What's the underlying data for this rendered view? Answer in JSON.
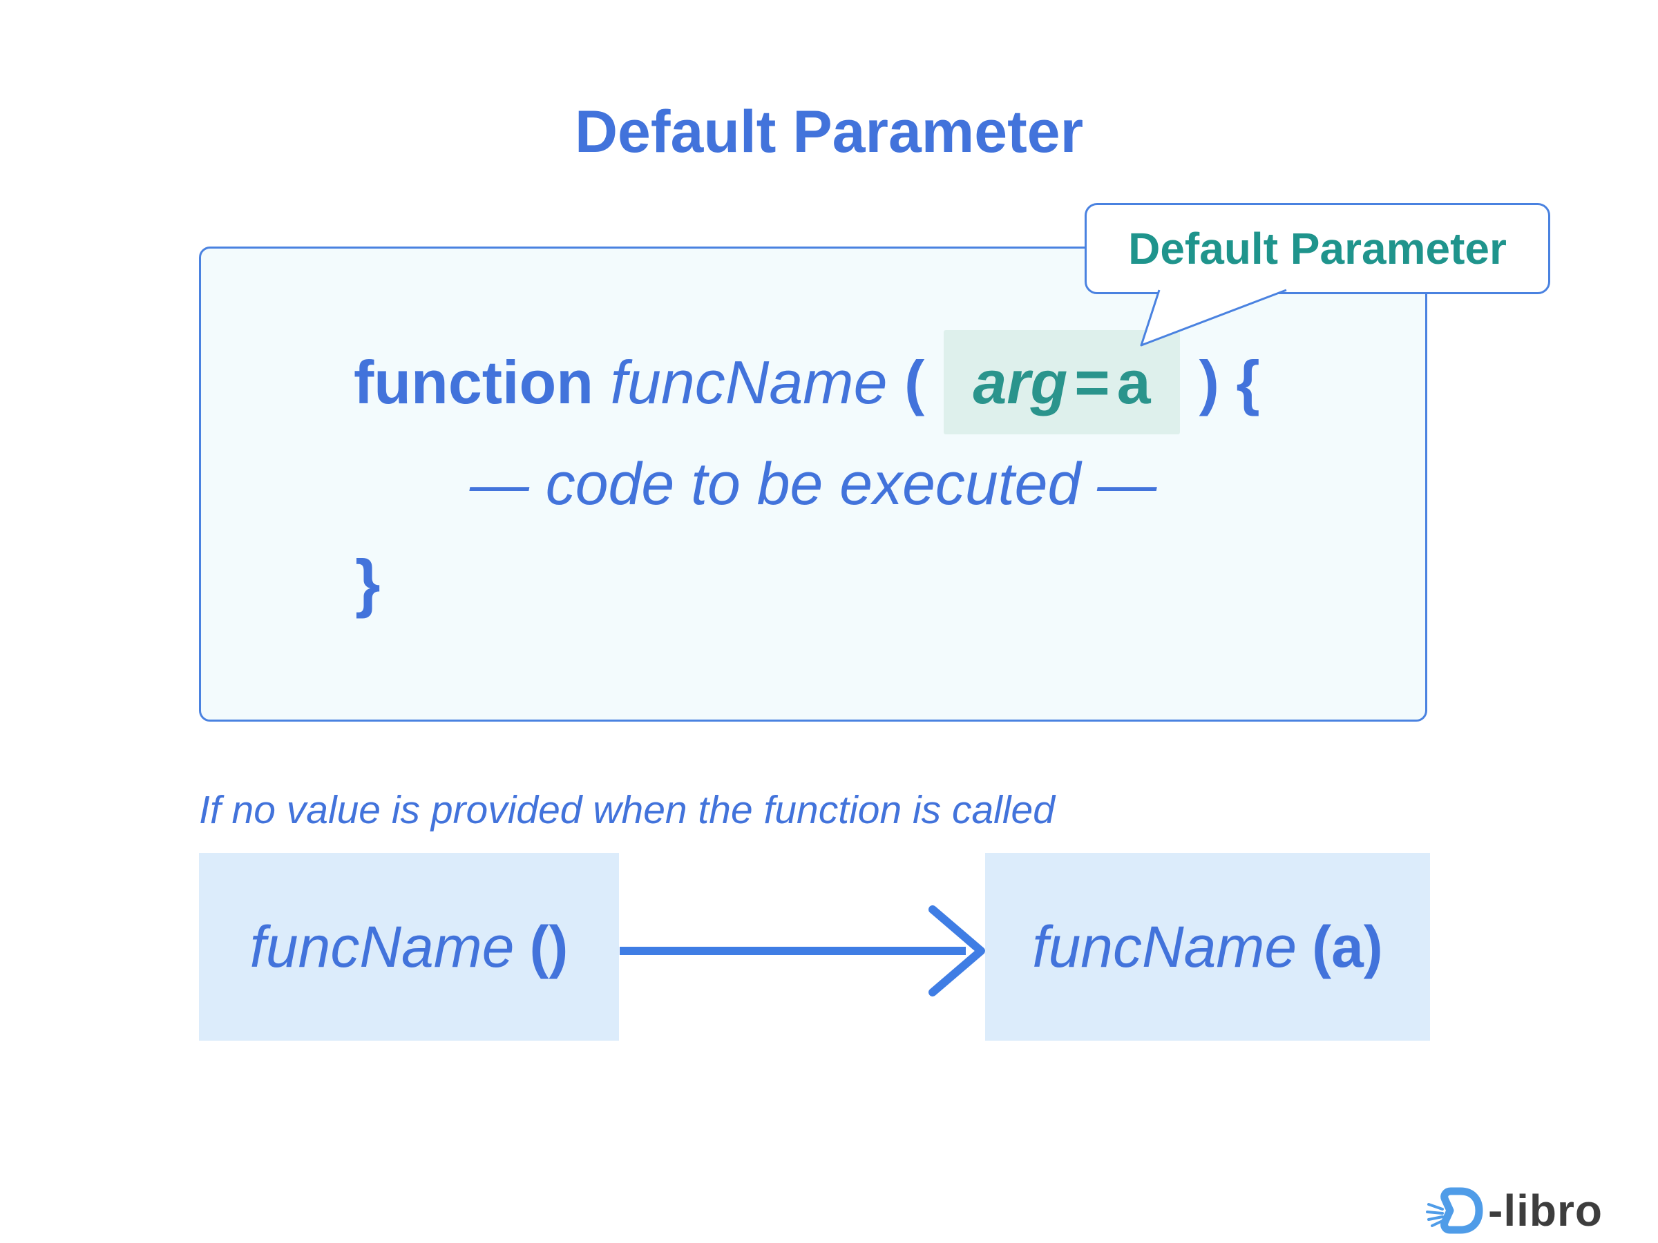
{
  "title": "Default Parameter",
  "callout": {
    "label": "Default Parameter"
  },
  "code_box": {
    "keyword": "function",
    "func_name": "funcName",
    "open_paren": "(",
    "arg": "arg",
    "equals": "=",
    "default_value": "a",
    "close_paren": ")",
    "open_brace": "{",
    "body_placeholder": "— code to be executed —",
    "closing_brace": "}"
  },
  "caption": "If no value is provided when the function is called",
  "flow": {
    "left_name": "funcName",
    "left_args": "()",
    "right_name": "funcName",
    "right_args_open": "(",
    "right_arg_value": "a",
    "right_args_close": ")"
  },
  "logo": {
    "text": "-libro"
  },
  "colors": {
    "text_blue": "#4273db",
    "border_blue": "#4a82e0",
    "box_background": "#f3fbfd",
    "highlight_background": "#def0ec",
    "highlight_text": "#2a948c",
    "callout_text": "#1f948c",
    "flow_box_background": "#dcecfb",
    "arrow_blue": "#3f7de4",
    "logo_blue": "#4f9ce8",
    "logo_gray": "#3d3d3d"
  }
}
